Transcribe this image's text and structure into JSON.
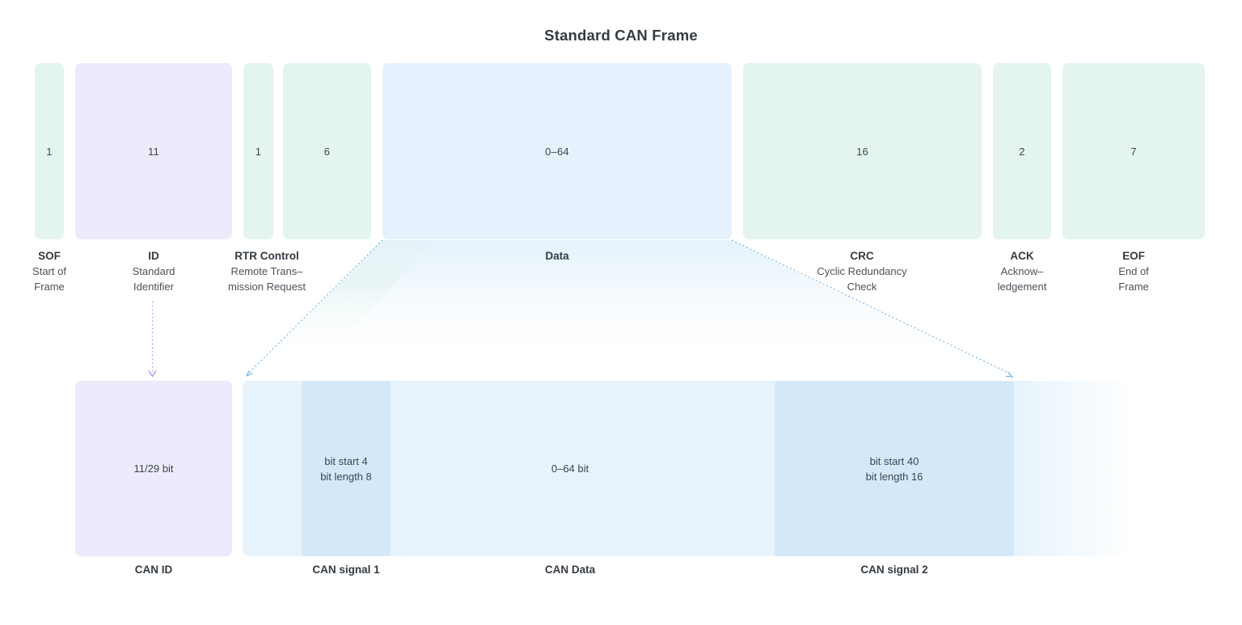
{
  "title": "Standard CAN Frame",
  "frame": {
    "boxes": [
      {
        "name": "SOF",
        "bits": "1"
      },
      {
        "name": "ID",
        "bits": "11"
      },
      {
        "name": "RTR",
        "bits": "1"
      },
      {
        "name": "Control",
        "bits": "6"
      },
      {
        "name": "Data",
        "bits": "0–64"
      },
      {
        "name": "CRC",
        "bits": "16"
      },
      {
        "name": "ACK",
        "bits": "2"
      },
      {
        "name": "EOF",
        "bits": "7"
      }
    ],
    "labels": [
      {
        "title": "SOF",
        "lines": [
          "Start of",
          "Frame"
        ]
      },
      {
        "title": "ID",
        "lines": [
          "Standard",
          "Identifier"
        ]
      },
      {
        "title": "RTR Control",
        "lines": [
          "Remote Trans–",
          "mission Request"
        ]
      },
      {
        "title": "Data",
        "lines": []
      },
      {
        "title": "CRC",
        "lines": [
          "Cyclic Redundancy",
          "Check"
        ]
      },
      {
        "title": "ACK",
        "lines": [
          "Acknow–",
          "ledgement"
        ]
      },
      {
        "title": "EOF",
        "lines": [
          "End of",
          "Frame"
        ]
      }
    ]
  },
  "detail": {
    "can_id": {
      "value": "11/29 bit",
      "label": "CAN ID"
    },
    "signal1": {
      "line1": "bit start 4",
      "line2": "bit length 8",
      "label": "CAN signal 1"
    },
    "can_data": {
      "value": "0–64 bit",
      "label": "CAN Data"
    },
    "signal2": {
      "line1": "bit start 40",
      "line2": "bit length 16",
      "label": "CAN signal 2"
    }
  },
  "colors": {
    "mint": "#e4f5ed",
    "lavender": "#edeafb",
    "blue": "#e5f2fd",
    "wide_blue": "#e7f3fc",
    "signal_blue": "#d3e9fa",
    "arrow_blue": "#5ba9e6",
    "arrow_purple": "#9d8df2",
    "title_text": "#343b43",
    "body_text": "#4a525a",
    "value_text": "#3d454e"
  }
}
